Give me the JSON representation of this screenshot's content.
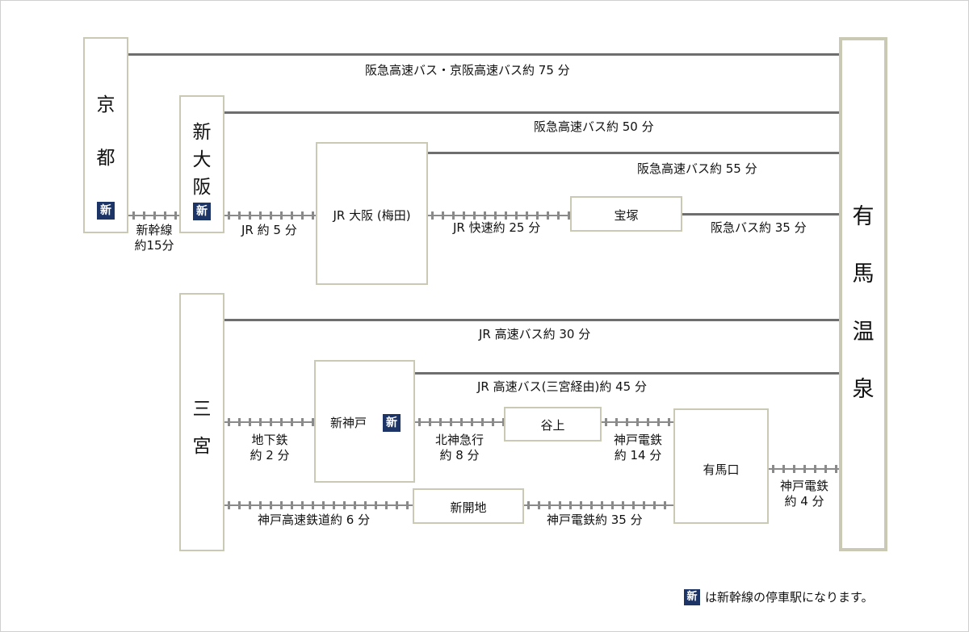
{
  "stations": {
    "kyoto": [
      "京",
      "都"
    ],
    "shin_osaka": [
      "新",
      "大",
      "阪"
    ],
    "osaka_umeda": "JR 大阪 (梅田)",
    "takarazuka": "宝塚",
    "sannomiya": [
      "三",
      "宮"
    ],
    "shin_kobe": "新神戸",
    "tanigami": "谷上",
    "shinkaichi": "新開地",
    "arima_guchi": "有馬口",
    "arima_onsen": [
      "有",
      "馬",
      "温",
      "泉"
    ]
  },
  "badge_label": "新",
  "routes": {
    "kyoto_bus": "阪急高速バス・京阪高速バス約 75 分",
    "shin_osaka_bus": "阪急高速バス約 50 分",
    "osaka_bus": "阪急高速バス約 55 分",
    "takarazuka_bus": "阪急バス約 35 分",
    "shinkansen": [
      "新幹線",
      "約15分"
    ],
    "jr_5": "JR 約 5 分",
    "jr_rapid": "JR 快速約 25 分",
    "sannomiya_bus": "JR 高速バス約 30 分",
    "shin_kobe_bus": "JR 高速バス(三宮経由)約 45 分",
    "subway": [
      "地下鉄",
      "約 2 分"
    ],
    "hokushin": [
      "北神急行",
      "約 8 分"
    ],
    "shintetsu_14": [
      "神戸電鉄",
      "約 14 分"
    ],
    "shintetsu_4": [
      "神戸電鉄",
      "約 4 分"
    ],
    "kobe_kosoku": "神戸高速鉄道約 6 分",
    "shintetsu_35": "神戸電鉄約 35 分"
  },
  "legend": {
    "badge": "新",
    "text": "は新幹線の停車駅になります。"
  }
}
